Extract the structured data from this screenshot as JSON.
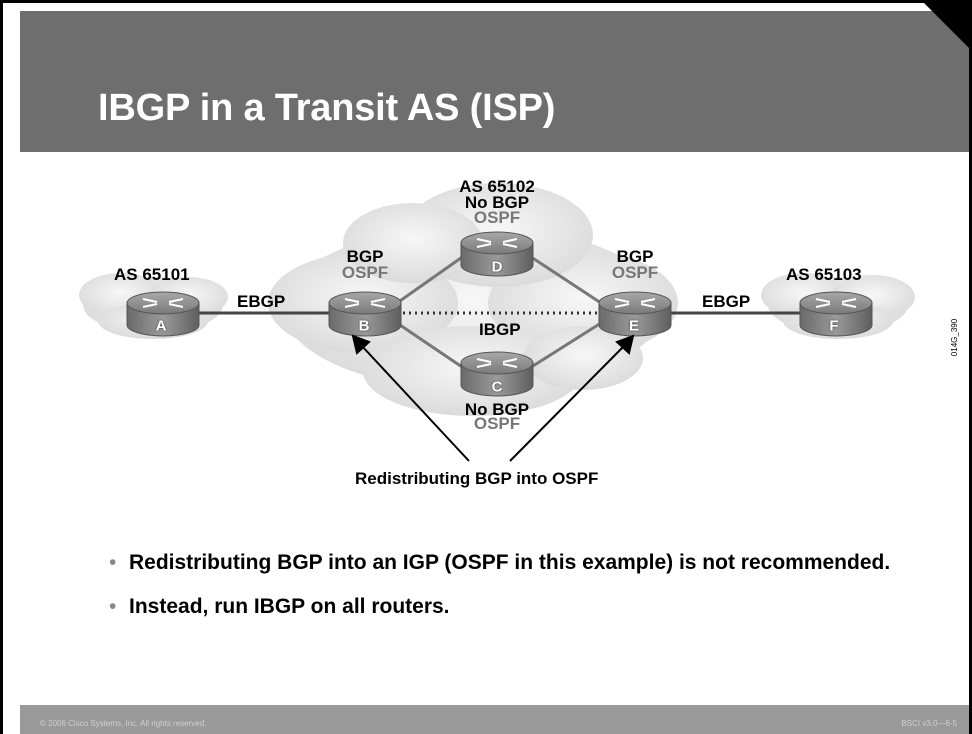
{
  "slide": {
    "title": "IBGP in a Transit AS (ISP)",
    "side_id": "014G_390",
    "caption": "Redistributing BGP into OSPF",
    "bullets": [
      "Redistributing BGP into an IGP (OSPF in this example) is not recommended.",
      "Instead, run IBGP on all routers."
    ],
    "footer": {
      "copyright": "© 2006 Cisco Systems, Inc. All rights reserved.",
      "slide_id": "BSCI v3.0—6-5"
    }
  },
  "diagram": {
    "as_labels": {
      "left": "AS 65101",
      "center": "AS 65102",
      "right": "AS 65103"
    },
    "routers": {
      "A": {
        "letter": "A"
      },
      "B": {
        "letter": "B",
        "proto1": "BGP",
        "proto2": "OSPF"
      },
      "C": {
        "letter": "C",
        "proto1": "No BGP",
        "proto2": "OSPF"
      },
      "D": {
        "letter": "D",
        "proto1": "No BGP",
        "proto2": "OSPF"
      },
      "E": {
        "letter": "E",
        "proto1": "BGP",
        "proto2": "OSPF"
      },
      "F": {
        "letter": "F"
      }
    },
    "links": {
      "ebgp_left": "EBGP",
      "ebgp_right": "EBGP",
      "ibgp": "IBGP"
    },
    "colors": {
      "title_bar": "#6e6e6e",
      "footer": "#9a9a9a",
      "router": "#8c8c8c",
      "cloud": "#e6e6e6"
    }
  }
}
